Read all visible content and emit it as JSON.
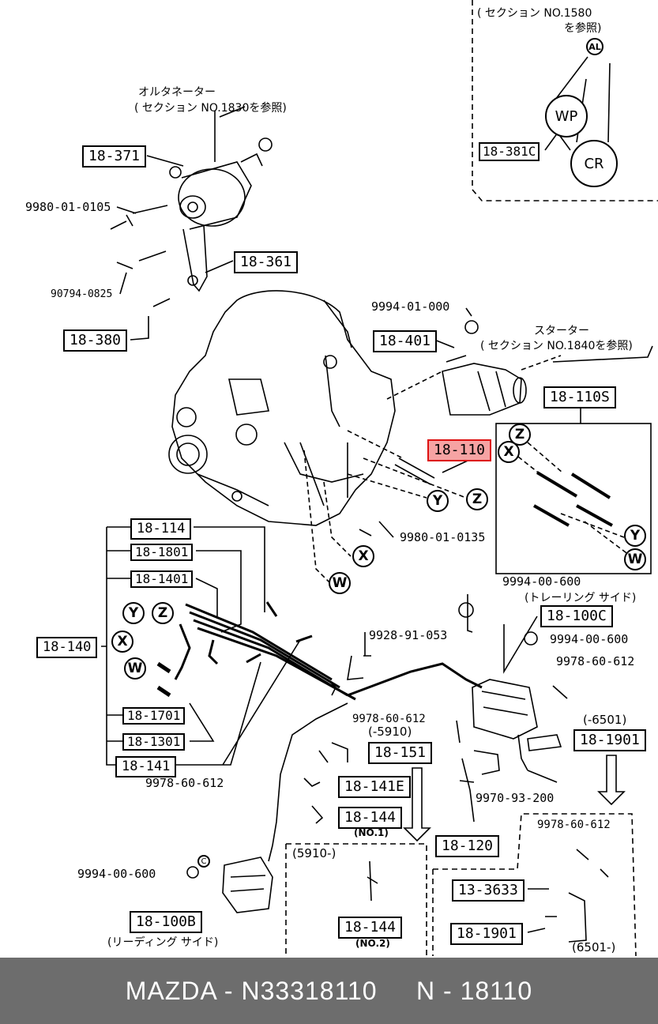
{
  "labels": {
    "ref_alternator": "オルタネーター",
    "ref_alternator_section": "( セクション NO.1830を参照)",
    "ref_section_1580": "( セクション NO.1580",
    "ref_section_1580b": "を参照)",
    "ref_starter": "スターター",
    "ref_starter_section": "( セクション NO.1840を参照)",
    "trailing_side": "(トレーリング サイド)",
    "leading_side": "(リーディング サイド)",
    "no1": "(NO.1)",
    "no2": "(NO.2)",
    "range_5910_open": "(5910-)",
    "range_5910_close": "(-5910)",
    "range_6501_close": "(-6501)",
    "range_6501_open": "(6501-)",
    "c_mark": "C"
  },
  "parts": {
    "p18_371": "18-371",
    "p9980_01_0105": "9980-01-0105",
    "p18_361": "18-361",
    "p90794_0825": "90794-0825",
    "p18_380": "18-380",
    "p9994_01_000": "9994-01-000",
    "p18_401": "18-401",
    "p18_110S": "18-110S",
    "p18_110": "18-110",
    "p9980_01_0135": "9980-01-0135",
    "p18_381C": "18-381C",
    "p18_114": "18-114",
    "p18_1801": "18-1801",
    "p18_1401": "18-1401",
    "p18_140": "18-140",
    "p18_1701": "18-1701",
    "p18_1301": "18-1301",
    "p18_141": "18-141",
    "p9978_60_612_a": "9978-60-612",
    "p9928_91_053": "9928-91-053",
    "p9978_60_612_b": "9978-60-612",
    "p18_151": "18-151",
    "p18_141E": "18-141E",
    "p18_144a": "18-144",
    "p18_144b": "18-144",
    "p9994_00_600_a": "9994-00-600",
    "p18_100C": "18-100C",
    "p9994_00_600_b": "9994-00-600",
    "p9978_60_612_c": "9978-60-612",
    "p18_1901a": "18-1901",
    "p9970_93_200": "9970-93-200",
    "p18_120": "18-120",
    "p9978_60_612_d": "9978-60-612",
    "p13_3633": "13-3633",
    "p18_1901b": "18-1901",
    "p9994_00_600_c": "9994-00-600",
    "p18_100B": "18-100B"
  },
  "markers": {
    "AL": "AL",
    "WP": "WP",
    "CR": "CR",
    "X": "X",
    "Y": "Y",
    "Z": "Z",
    "W": "W"
  },
  "footer": {
    "text": "MAZDA - N33318110     N - 18110"
  }
}
